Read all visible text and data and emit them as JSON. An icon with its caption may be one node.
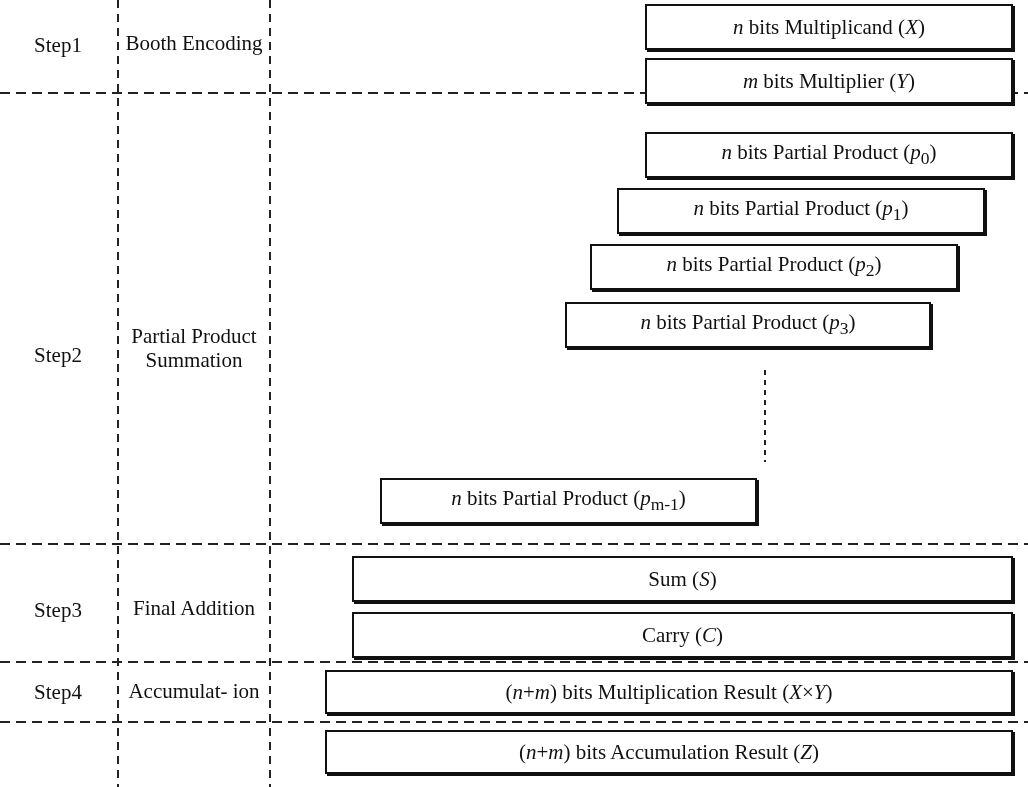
{
  "diagram": {
    "nodes": [
      {
        "text": [
          "*n* bits Multiplicand (*X*)"
        ]
      },
      {
        "text": [
          "*m* bits Multiplier (*Y*)"
        ]
      },
      {
        "text": [
          "*n* bits Partial Product (*p*$_{0}$)"
        ]
      },
      {
        "text": [
          "*n* bits Partial Product (*p*$_{1}$)"
        ]
      },
      {
        "text": [
          "*n* bits Partial Product (*p*$_{2}$)"
        ]
      },
      {
        "text": [
          "*n* bits Partial Product (*p*$_{3}$)"
        ]
      },
      {
        "text": [
          "*n* bits Partial Product (*p*$_{m-1}$)"
        ]
      },
      {
        "text": [
          "Sum (*S*)"
        ]
      },
      {
        "text": [
          "Carry (*C*)"
        ]
      },
      {
        "text": [
          "(*n*+*m*) bits Multiplication Result (*X*×*Y*)"
        ]
      },
      {
        "text": [
          "(*n*+*m*) bits Accumulation Result (*Z*)"
        ]
      }
    ],
    "labels": [
      "Step1",
      "Booth Encoding",
      "Step2",
      "Partial Product Summation",
      "Step3",
      "Final Addition",
      "Step4",
      "Accumulat- ion"
    ]
  }
}
